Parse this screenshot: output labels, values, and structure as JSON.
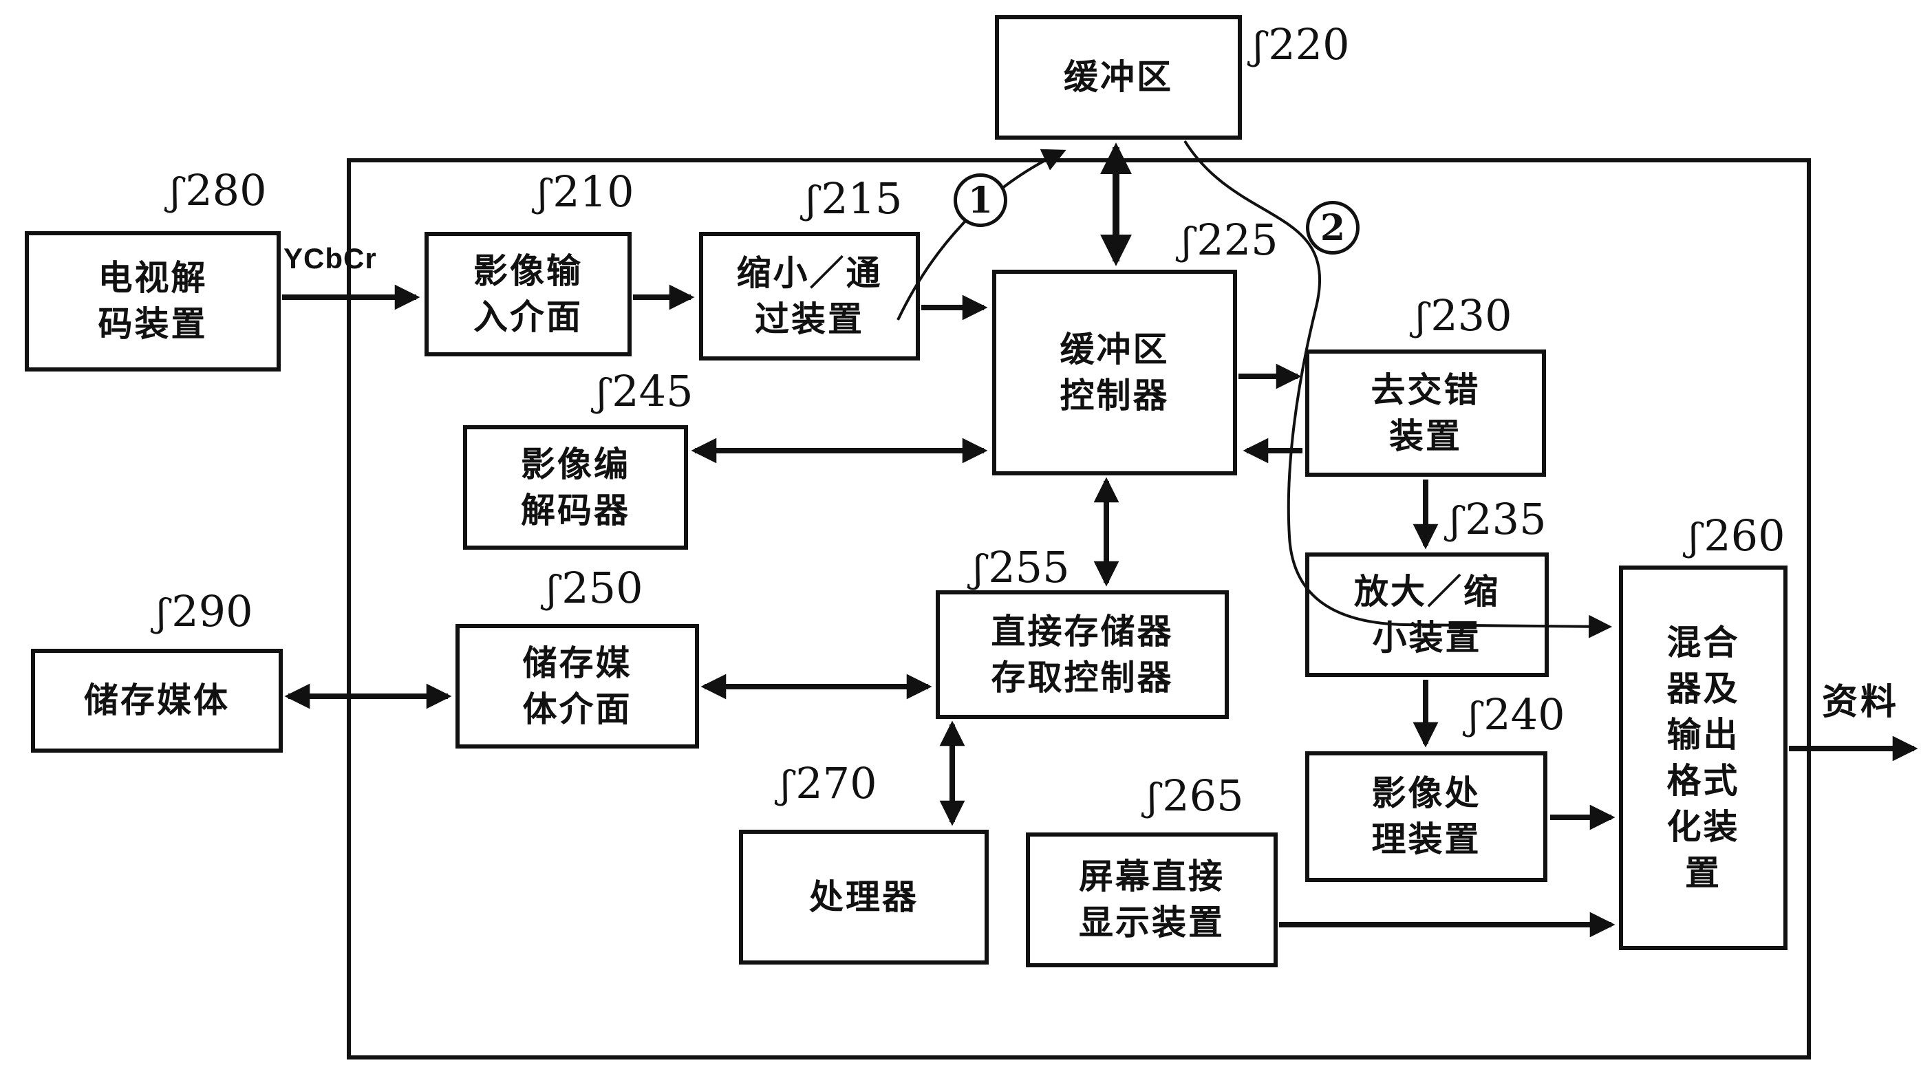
{
  "figure": {
    "blocks": {
      "b220": {
        "ref": "220",
        "text": "缓冲区"
      },
      "b280": {
        "ref": "280",
        "text": "电视解\n码装置"
      },
      "b210": {
        "ref": "210",
        "text": "影像输\n入介面"
      },
      "b215": {
        "ref": "215",
        "text": "缩小／通\n过装置"
      },
      "b225": {
        "ref": "225",
        "text": "缓冲区\n控制器"
      },
      "b230": {
        "ref": "230",
        "text": "去交错\n装置"
      },
      "b245": {
        "ref": "245",
        "text": "影像编\n解码器"
      },
      "b235": {
        "ref": "235",
        "text": "放大／缩\n小装置"
      },
      "b290": {
        "ref": "290",
        "text": "储存媒体"
      },
      "b250": {
        "ref": "250",
        "text": "储存媒\n体介面"
      },
      "b255": {
        "ref": "255",
        "text": "直接存储器\n存取控制器"
      },
      "b240": {
        "ref": "240",
        "text": "影像处\n理装置"
      },
      "b260": {
        "ref": "260",
        "text": "混合\n器及\n输出\n格式\n化装\n置"
      },
      "b270": {
        "ref": "270",
        "text": "处理器"
      },
      "b265": {
        "ref": "265",
        "text": "屏幕直接\n显示装置"
      }
    },
    "annotations": {
      "signal_in": "YCbCr",
      "data_out": "资料",
      "circle_1": "1",
      "circle_2": "2"
    }
  }
}
